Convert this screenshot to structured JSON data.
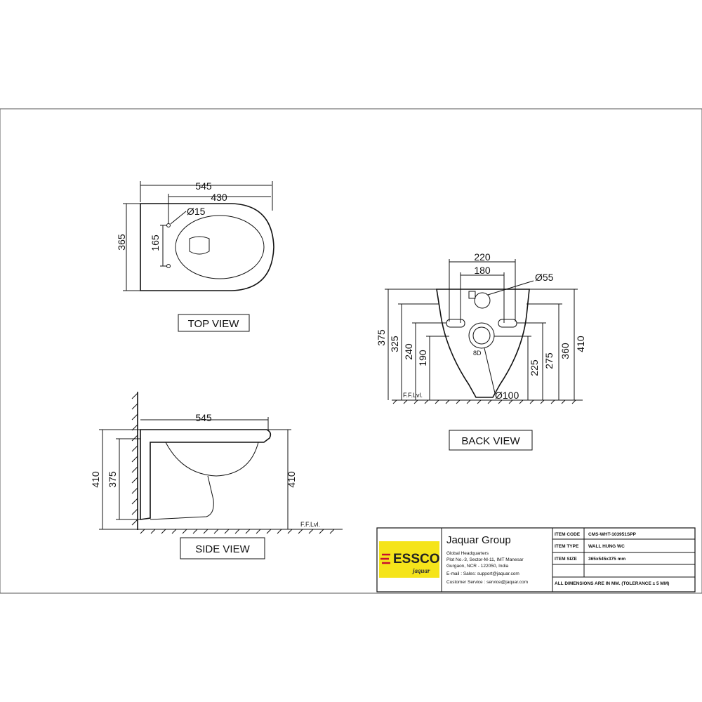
{
  "views": {
    "top": {
      "label": "TOP VIEW",
      "dims": {
        "length": "545",
        "rim": "430",
        "width": "365",
        "hole_spacing": "165",
        "hole_dia": "Ø15"
      }
    },
    "back": {
      "label": "BACK VIEW",
      "dims": {
        "width_outer": "220",
        "width_inner": "180",
        "inlet_dia": "Ø55",
        "outlet_dia": "Ø100",
        "h375": "375",
        "h325": "325",
        "h240": "240",
        "h190": "190",
        "h225": "225",
        "h275": "275",
        "h360": "360",
        "h410": "410"
      },
      "floor_label": "F.F.Lvl."
    },
    "side": {
      "label": "SIDE VIEW",
      "dims": {
        "length": "545",
        "h410_left": "410",
        "h375": "375",
        "h410_right": "410"
      },
      "floor_label": "F.F.Lvl."
    }
  },
  "title_block": {
    "logo_text": "ESSCO",
    "logo_sub": "jaquar",
    "company": "Jaquar Group",
    "address_lines": [
      "Global Headquarters",
      "Plot No.-3, Sector-M-11, IMT Manesar",
      "Gurgaon, NCR - 122050, India",
      "E-mail : Sales: support@jaquar.com",
      "Customer Service : service@jaquar.com"
    ],
    "rows": [
      {
        "key": "ITEM CODE",
        "value": "CMS-WHT-103951SPP"
      },
      {
        "key": "ITEM TYPE",
        "value": "WALL HUNG WC"
      },
      {
        "key": "ITEM SIZE",
        "value": "365x545x375   mm"
      }
    ],
    "note": "ALL DIMENSIONS ARE IN MM. (TOLERANCE ± 5 MM)"
  }
}
